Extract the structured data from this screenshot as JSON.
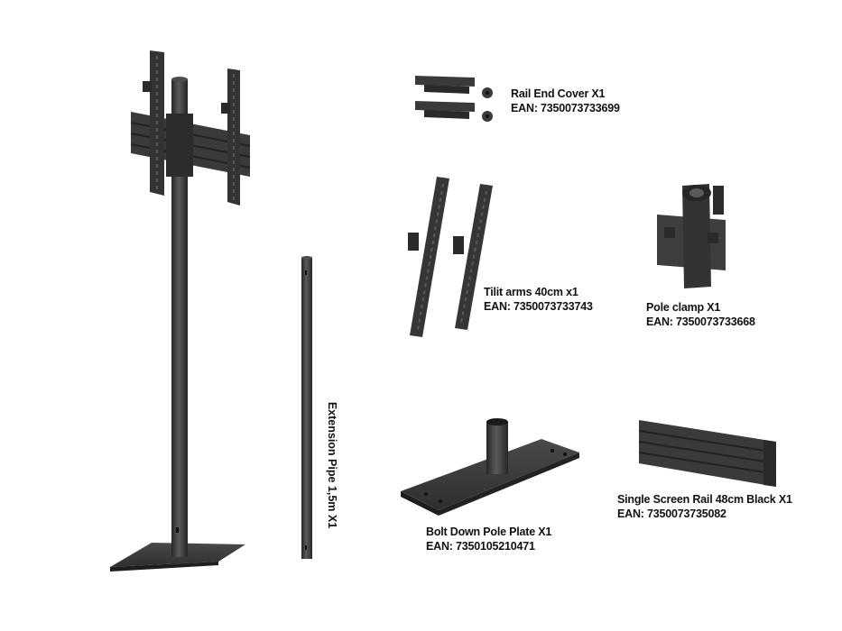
{
  "colors": {
    "background": "#ffffff",
    "metal": "#3a3a3a",
    "metal_dark": "#262626",
    "metal_light": "#555555",
    "text": "#111111"
  },
  "parts": {
    "rail_end_cover": {
      "name": "Rail End Cover X1",
      "ean": "EAN: 7350073733699"
    },
    "tilt_arms": {
      "name": "Tilit arms 40cm x1",
      "ean": "EAN: 7350073733743"
    },
    "pole_clamp": {
      "name": "Pole clamp X1",
      "ean": "EAN: 7350073733668"
    },
    "extension_pipe": {
      "name": "Extension Pipe 1,5m  X1"
    },
    "bolt_down_plate": {
      "name": "Bolt Down Pole Plate  X1",
      "ean": "EAN: 7350105210471"
    },
    "screen_rail": {
      "name": "Single Screen Rail 48cm Black X1",
      "ean": "EAN: 7350073735082"
    }
  },
  "icons": [
    "floor-stand-assembled",
    "rail-end-cover-icon",
    "tilt-arms-icon",
    "pole-clamp-icon",
    "extension-pipe-icon",
    "bolt-down-plate-icon",
    "screen-rail-icon"
  ]
}
